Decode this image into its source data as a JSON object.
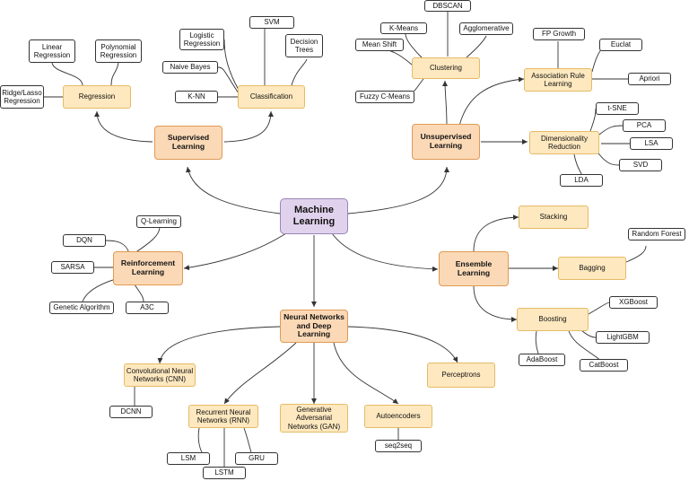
{
  "colors": {
    "root_fill": "#e0d2ec",
    "category_fill": "#fbd9b6",
    "subcategory_fill": "#fde8bf",
    "leaf_fill": "#ffffff",
    "edge": "#333333"
  },
  "nodes": {
    "ml": "Machine Learning",
    "supervised": "Supervised Learning",
    "unsupervised": "Unsupervised Learning",
    "reinforcement": "Reinforcement Learning",
    "ensemble": "Ensemble Learning",
    "nn": "Neural Networks and Deep Learning",
    "regression": "Regression",
    "classification": "Classification",
    "linear": "Linear Regression",
    "polynomial": "Polynomial Regression",
    "ridge": "Ridge/Lasso Regression",
    "logistic": "Logistic Regression",
    "svm": "SVM",
    "dtrees": "Decision Trees",
    "nbayes": "Naive Bayes",
    "knn": "K-NN",
    "clustering": "Clustering",
    "assoc": "Association Rule Learning",
    "dimred": "Dimensionality Reduction",
    "dbscan": "DBSCAN",
    "kmeans": "K-Means",
    "agglo": "Agglomerative",
    "meanshift": "Mean Shift",
    "fuzzy": "Fuzzy C-Means",
    "fpgrowth": "FP Growth",
    "euclat": "Euclat",
    "apriori": "Apriori",
    "tsne": "t-SNE",
    "pca": "PCA",
    "lsa": "LSA",
    "svd": "SVD",
    "lda": "LDA",
    "qlearning": "Q-Learning",
    "dqn": "DQN",
    "sarsa": "SARSA",
    "genetic": "Genetic Algorithm",
    "a3c": "A3C",
    "stacking": "Stacking",
    "bagging": "Bagging",
    "boosting": "Boosting",
    "rforest": "Random Forest",
    "xgboost": "XGBoost",
    "lightgbm": "LightGBM",
    "adaboost": "AdaBoost",
    "catboost": "CatBoost",
    "cnn": "Convolutional Neural Networks (CNN)",
    "rnn": "Recurrent Neural Networks (RNN)",
    "gan": "Generative Adversarial Networks (GAN)",
    "autoenc": "Autoencoders",
    "perceptrons": "Perceptrons",
    "dcnn": "DCNN",
    "lsm": "LSM",
    "lstm": "LSTM",
    "gru": "GRU",
    "seq2seq": "seq2seq"
  }
}
